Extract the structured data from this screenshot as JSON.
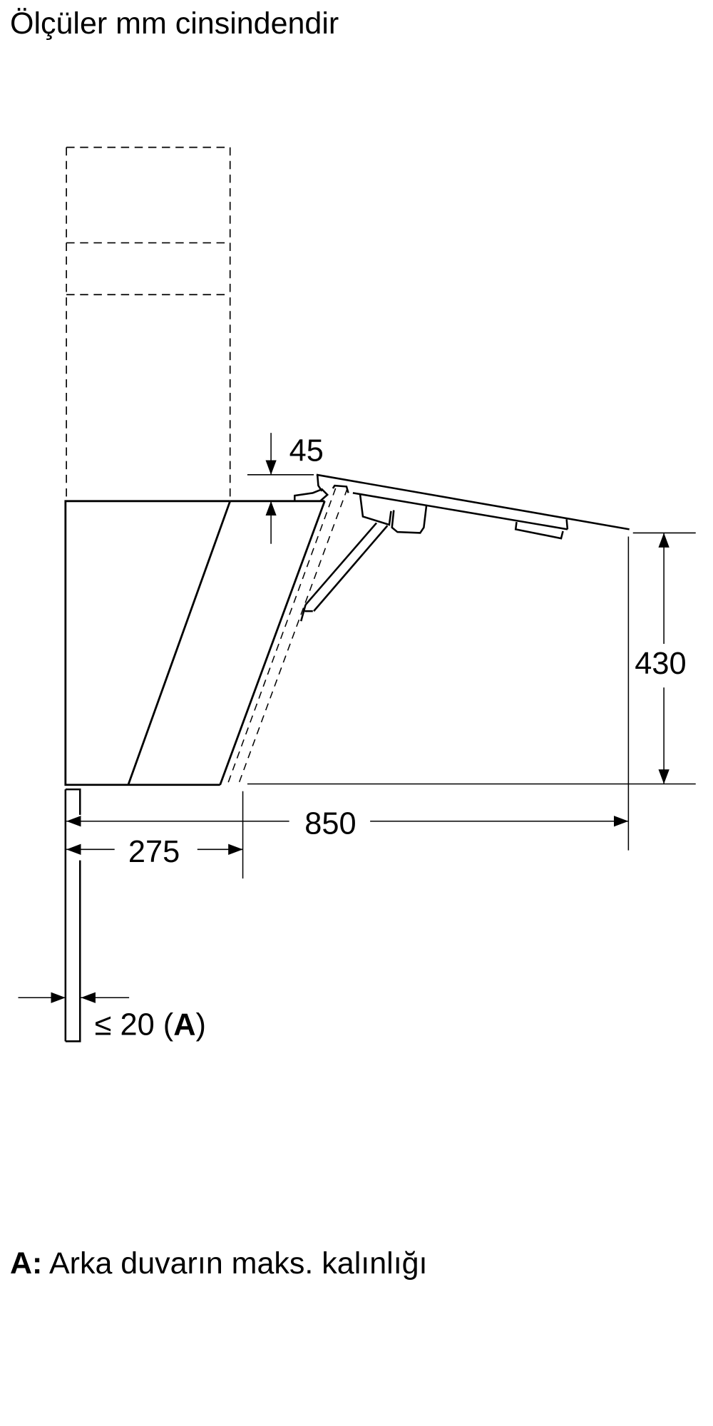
{
  "header": {
    "title": "Ölçüler mm cinsindendir"
  },
  "dimensions": {
    "lid_gap": "45",
    "height": "430",
    "total_depth": "850",
    "cabinet_offset": "275",
    "wall_thickness_prefix": "≤ 20 (",
    "wall_thickness_ref": "A",
    "wall_thickness_suffix": ")"
  },
  "footnote": {
    "key": "A:",
    "text": " Arka duvarın maks. kalınlığı"
  },
  "colors": {
    "line": "#000000",
    "background": "#ffffff"
  }
}
